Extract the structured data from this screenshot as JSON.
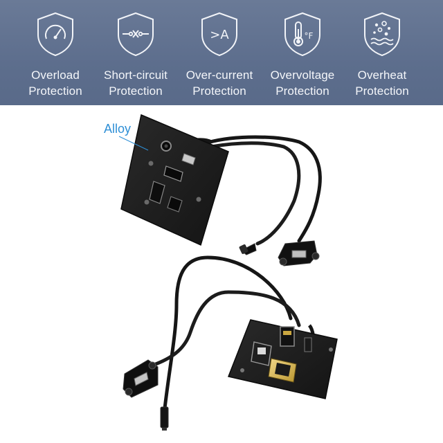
{
  "features": [
    {
      "icon": "gauge-shield-icon",
      "line1": "Overload",
      "line2": "Protection"
    },
    {
      "icon": "circuit-break-shield-icon",
      "line1": "Short-circuit",
      "line2": "Protection"
    },
    {
      "icon": "ampere-shield-icon",
      "line1": "Over-current",
      "line2": "Protection",
      "glyph": ">A"
    },
    {
      "icon": "thermometer-shield-icon",
      "line1": "Overvoltage",
      "line2": "Protection",
      "glyph": "°F"
    },
    {
      "icon": "heat-shield-icon",
      "line1": "Overheat",
      "line2": "Protection"
    }
  ],
  "callout": {
    "label": "Alloy"
  },
  "colors": {
    "banner": "#5f6f8e",
    "callout": "#2e8fd6",
    "panel": "#1c1c1c"
  }
}
